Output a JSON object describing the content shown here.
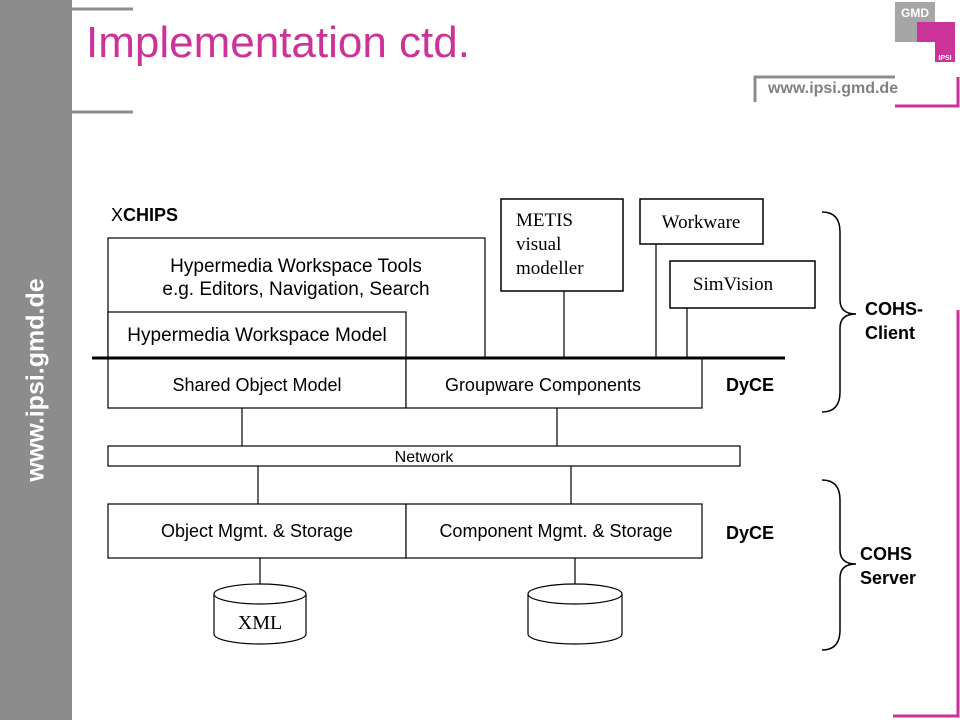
{
  "title": "Implementation ctd.",
  "header_url": "www.ipsi.gmd.de",
  "side_url": "www.ipsi.gmd.de",
  "logo": {
    "top": "GMD",
    "bottom": "IPSI"
  },
  "colors": {
    "accent": "#cc3399",
    "gray": "#8c8c8c",
    "line": "#000000"
  },
  "diagram": {
    "xchips_label": {
      "prefix": "X",
      "rest": "CHIPS"
    },
    "tools_line1": "Hypermedia Workspace Tools",
    "tools_line2": "e.g. Editors, Navigation, Search",
    "hw_model": "Hypermedia Workspace Model",
    "shared_object_model": "Shared Object Model",
    "groupware_components": "Groupware Components",
    "dyce_top": "DyCE",
    "network": "Network",
    "object_mgmt": "Object Mgmt. & Storage",
    "component_mgmt": "Component Mgmt. & Storage",
    "dyce_bottom": "DyCE",
    "xml_db": "XML",
    "metis": [
      "METIS",
      "visual",
      "modeller"
    ],
    "workware": "Workware",
    "simvision": "SimVision",
    "cohs_client": [
      "COHS-",
      "Client"
    ],
    "cohs_server": [
      "COHS",
      "Server"
    ]
  }
}
